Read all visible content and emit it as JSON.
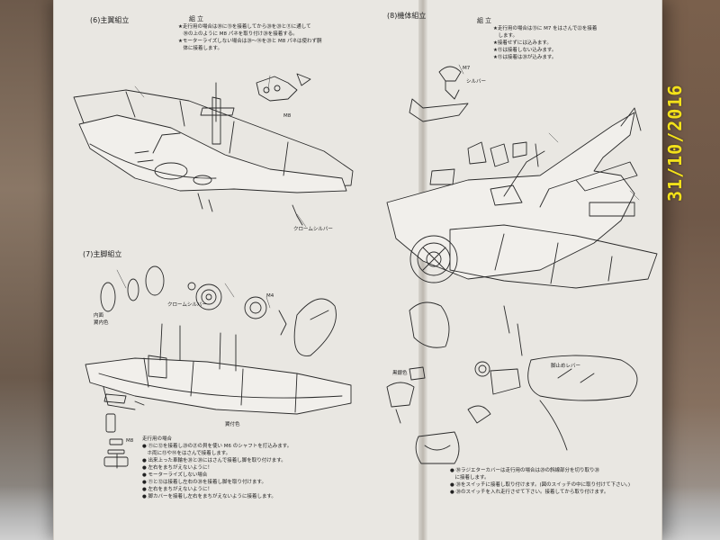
{
  "photo": {
    "date_stamp": "31/10/2016",
    "stamp_color": "#f3e11a"
  },
  "left_page": {
    "section6": {
      "title": "(6)主翼組立",
      "header": "組立",
      "notes": [
        "★走行用の場合は㉚に⑬を接着してから⑳を㉘と⑪に通して",
        "　㉚の上のように M8 パネを取り付け⑳を接着する。",
        "★モーターライズしない場合は⑳〜⑭を㉘と M8 パネは使わず胴",
        "　体に接着します。"
      ],
      "labels": [
        "M8",
        "クロームシルバー"
      ]
    },
    "section7": {
      "title": "(7)主脚組立",
      "labels": [
        "内面",
        "翼内色",
        "クロームシルバー",
        "M4",
        "M8",
        "翼付色"
      ],
      "notes": [
        "走行用の場合",
        "● ⑪に⑫を接着し⑳の㉑の貝を使い M6 のシャフトを打込みます。",
        "　ホ両に⑬や⑭をはさんで接着します。",
        "● 出来上った車輪を⑳と⑳にはさんで接着し脚を取り付けます。",
        "● 左右をまちがえないように！",
        "● モーターライズしない場合",
        "● ⑪と⑫は接着し左右の⑳を接着し脚を取り付けます。",
        "● 左右をまちがえないように！",
        "● 脚カバーを接着し左右をまちがえないように接着します。"
      ]
    }
  },
  "right_page": {
    "section8": {
      "title": "(8)機体組立",
      "header": "組立",
      "notes": [
        "★走行用の場合は⑬に M7 をはさんで㉒を接着",
        "　します。",
        "★接着せずには込みます。",
        "★⑬は接着しない込みます。",
        "★⑬は接着は⑳が込みます。"
      ],
      "labels": [
        "M7",
        "シルバー",
        "黒銀色",
        "脚止めレバー"
      ]
    },
    "bottom_notes": [
      "● ㉚ラジエターカバーは走行用の場合は⑳の斜線部分を切り取り⑳",
      "　に接着します。",
      "● ⑳をスイッチに接着し取り付けます。(図のスイッチの中に取り付けて下さい。)",
      "● ⑳のスイッチを入れ走行させて下さい。接着してから取り付けます。"
    ]
  }
}
